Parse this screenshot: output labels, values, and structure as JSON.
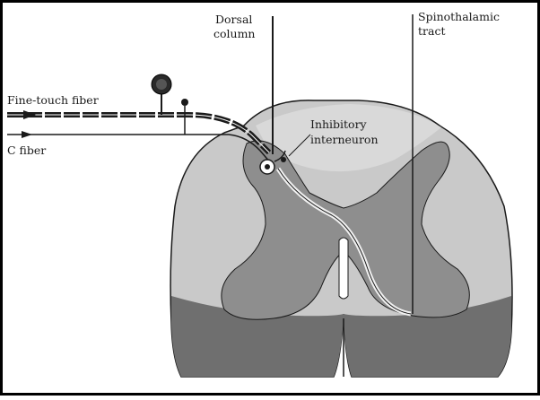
{
  "labels": {
    "dorsal_column_line1": "Dorsal",
    "dorsal_column_line2": "column",
    "spinothalamic_line1": "Spinothalamic",
    "spinothalamic_line2": "tract",
    "fine_touch_fiber": "Fine-touch fiber",
    "c_fiber": "C fiber",
    "inhibitory_line1": "Inhibitory",
    "inhibitory_line2": "interneuron"
  },
  "colors": {
    "white_matter": "#c9c9c9",
    "gray_matter": "#8e8e8e",
    "ventral_band": "#6f6f6f",
    "dorsal_horn_light": "#d9d9d9",
    "line": "#1a1a1a",
    "border": "#000000"
  }
}
